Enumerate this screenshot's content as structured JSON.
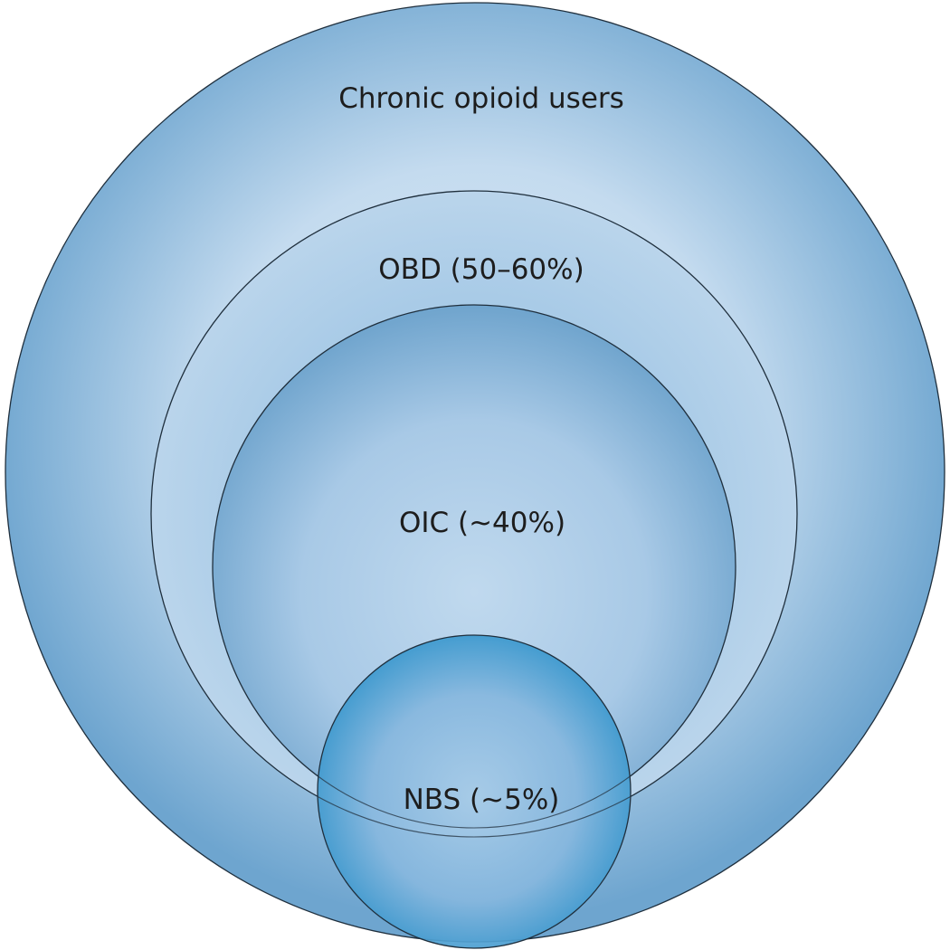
{
  "diagram": {
    "circles": {
      "chronic_opioid_users": {
        "label": "Chronic opioid users"
      },
      "obd": {
        "label": "OBD (50–60%)"
      },
      "oic": {
        "label": "OIC (~40%)"
      },
      "nbs": {
        "label": "NBS (~5%)"
      }
    },
    "colors": {
      "outer_edge": "#6fa6cf",
      "outer_light": "#c9def0",
      "mid_edge": "#78acd3",
      "mid_light": "#b5d1ea",
      "inner_edge": "#74a9d2",
      "inner_light": "#bcd6ec",
      "nbs_edge": "#2a8fc8",
      "nbs_light": "#9fc6e4",
      "stroke": "#1f2f3d"
    }
  }
}
